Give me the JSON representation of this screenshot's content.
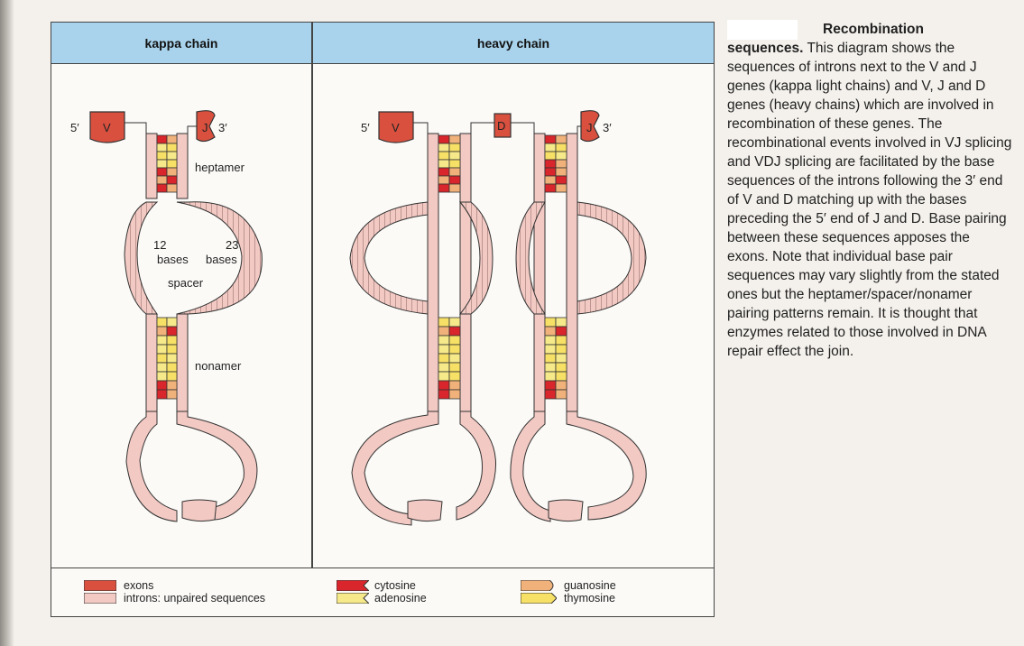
{
  "panels": {
    "kappa_title": "kappa chain",
    "heavy_title": "heavy chain"
  },
  "labels": {
    "five_prime": "5′",
    "three_prime": "3′",
    "v": "V",
    "j": "J",
    "d": "D",
    "heptamer": "heptamer",
    "nonamer": "nonamer",
    "twelve": "12",
    "twenty_three": "23",
    "bases": "bases",
    "spacer": "spacer"
  },
  "legend": {
    "exons": "exons",
    "introns": "introns: unpaired sequences",
    "cytosine": "cytosine",
    "adenosine": "adenosine",
    "guanosine": "guanosine",
    "thymosine": "thymosine"
  },
  "colors": {
    "exon": "#d9503f",
    "intron": "#f2c9c3",
    "cytosine": "#d8262c",
    "adenosine": "#f6e98a",
    "guanosine": "#f0b27a",
    "thymosine": "#f7e066",
    "header": "#a9d3ec"
  },
  "caption": {
    "title_part1": "Recombination",
    "title_part2": "sequences.",
    "body": "This diagram shows the sequences of introns next to the V and J genes (kappa light chains) and V, J and D genes (heavy chains) which are involved in recombination of these genes. The recombinational events involved in VJ splicing and VDJ splicing are facilitated by the base sequences of the introns following the 3′ end of V and D matching up with the bases preceding the 5′ end of J and D. Base pairing between these sequences apposes the exons. Note that individual base pair sequences may vary slightly from the stated ones but the heptamer/spacer/nonamer pairing patterns remain. It is thought that enzymes related to those involved in DNA repair effect the join."
  }
}
